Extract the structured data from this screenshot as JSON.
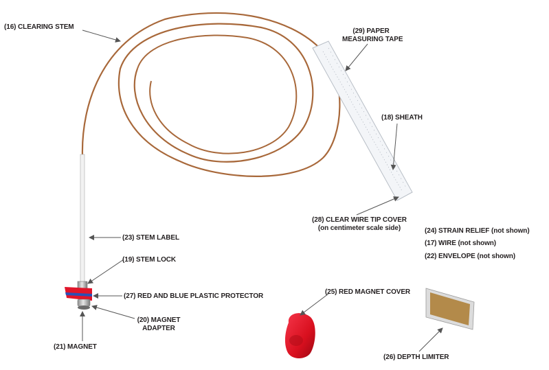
{
  "labels": {
    "clearing_stem": "(16) CLEARING STEM",
    "paper_tape_1": "(29) PAPER",
    "paper_tape_2": "MEASURING TAPE",
    "sheath": "(18) SHEATH",
    "clear_tip_1": "(28) CLEAR WIRE TIP COVER",
    "clear_tip_2": "(on centimeter scale side)",
    "strain_relief": "(24) STRAIN RELIEF (not shown)",
    "wire": "(17) WIRE (not shown)",
    "envelope": "(22) ENVELOPE (not shown)",
    "stem_label": "(23) STEM LABEL",
    "stem_lock": "(19) STEM LOCK",
    "plastic_protector": "(27) RED AND BLUE PLASTIC PROTECTOR",
    "magnet_adapter_1": "(20) MAGNET",
    "magnet_adapter_2": "ADAPTER",
    "magnet": "(21) MAGNET",
    "red_magnet_cover": "(25) RED MAGNET COVER",
    "depth_limiter": "(26) DEPTH LIMITER"
  },
  "colors": {
    "wire": "#a8683a",
    "text": "#231f20",
    "arrow": "#555555",
    "red": "#e0152a",
    "blue": "#2b4fb5",
    "limiter_fill": "#b38a4a"
  }
}
